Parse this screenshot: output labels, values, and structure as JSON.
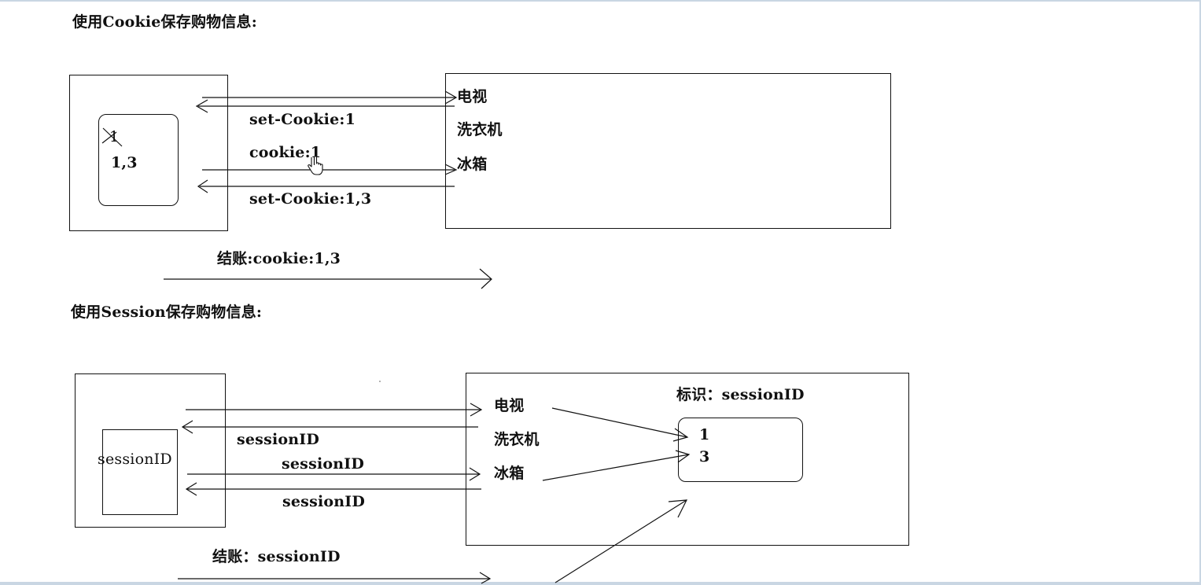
{
  "cookie_section": {
    "heading": "使用Cookie保存购物信息:",
    "client_values": {
      "struck": "1",
      "current": "1,3"
    },
    "messages": {
      "set_cookie_1": "set-Cookie:1",
      "cookie_1": "cookie:1",
      "set_cookie_13": "set-Cookie:1,3"
    },
    "products": [
      "电视",
      "洗衣机",
      "冰箱"
    ],
    "checkout": "结账:cookie:1,3"
  },
  "session_section": {
    "heading": "使用Session保存购物信息:",
    "client_value": "sessionID",
    "messages": [
      "sessionID",
      "sessionID",
      "sessionID"
    ],
    "products": [
      "电视",
      "洗衣机",
      "冰箱"
    ],
    "server_label": "标识：sessionID",
    "server_items": [
      "1",
      "3"
    ],
    "checkout": "结账：sessionID"
  },
  "icons": {
    "cursor": "hand-pointer-icon"
  }
}
